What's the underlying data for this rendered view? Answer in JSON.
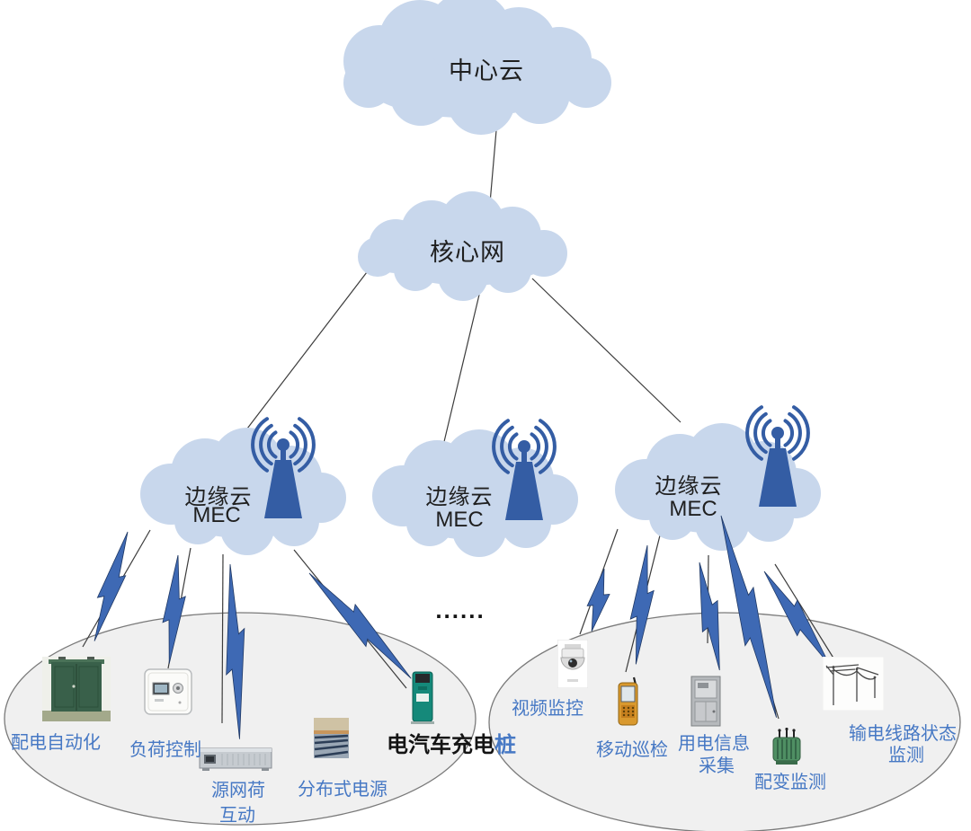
{
  "clouds": {
    "central": {
      "label": "中心云"
    },
    "core": {
      "label": "核心网"
    },
    "edge": {
      "label": "边缘云",
      "sublabel": "MEC"
    }
  },
  "ellipsis": "......",
  "groups": {
    "left": {
      "devices": [
        {
          "icon": "distribution-cabinet-icon",
          "label": "配电自动化"
        },
        {
          "icon": "load-control-icon",
          "label": "负荷控制"
        },
        {
          "icon": "server-rack-icon",
          "label": "源网荷",
          "label2": "互动"
        },
        {
          "icon": "solar-farm-icon",
          "label": "分布式电源"
        },
        {
          "icon": "ev-charger-icon",
          "label_dark": "电汽车充电",
          "label_blue": "桩"
        }
      ]
    },
    "right": {
      "devices": [
        {
          "icon": "dome-camera-icon",
          "label": "视频监控"
        },
        {
          "icon": "handheld-pda-icon",
          "label": "移动巡检"
        },
        {
          "icon": "meter-cabinet-icon",
          "label": "用电信息",
          "label2": "采集"
        },
        {
          "icon": "transformer-icon",
          "label": "配变监测"
        },
        {
          "icon": "power-line-icon",
          "label": "输电线路状态",
          "label2": "监测"
        }
      ]
    }
  },
  "colors": {
    "cloud_fill": "#c8d7ec",
    "antenna_blue": "#345da4",
    "bolt_blue": "#3e69b4",
    "label_blue": "#4678c4",
    "ellipse_fill": "#f0f0f0",
    "line_gray": "#3c3c3c"
  }
}
